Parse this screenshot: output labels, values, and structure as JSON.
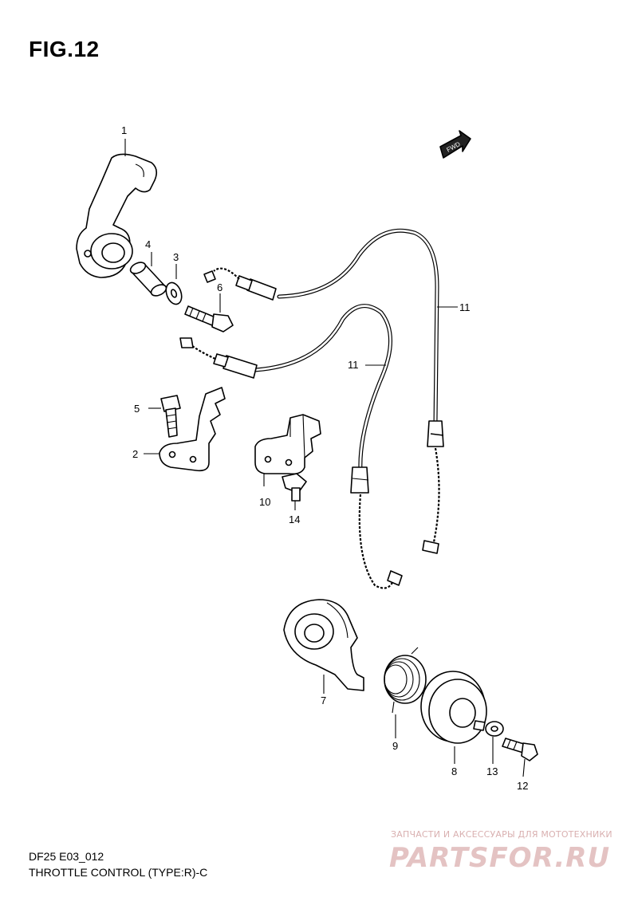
{
  "figure": {
    "title": "FIG.12",
    "model_code": "DF25 E03_012",
    "name": "THROTTLE CONTROL (TYPE:R)-C",
    "fwd_label": "FWD"
  },
  "callouts": [
    {
      "id": "c1",
      "label": "1"
    },
    {
      "id": "c2",
      "label": "2"
    },
    {
      "id": "c3",
      "label": "3"
    },
    {
      "id": "c4",
      "label": "4"
    },
    {
      "id": "c5",
      "label": "5"
    },
    {
      "id": "c6",
      "label": "6"
    },
    {
      "id": "c7",
      "label": "7"
    },
    {
      "id": "c8",
      "label": "8"
    },
    {
      "id": "c9",
      "label": "9"
    },
    {
      "id": "c10",
      "label": "10"
    },
    {
      "id": "c11a",
      "label": "11"
    },
    {
      "id": "c11b",
      "label": "11"
    },
    {
      "id": "c12",
      "label": "12"
    },
    {
      "id": "c13",
      "label": "13"
    },
    {
      "id": "c14",
      "label": "14"
    }
  ],
  "watermark": {
    "tagline": "ЗАПЧАСТИ И АКСЕССУАРЫ ДЛЯ МОТОТЕХНИКИ",
    "brand": "PARTSFOR.RU"
  }
}
